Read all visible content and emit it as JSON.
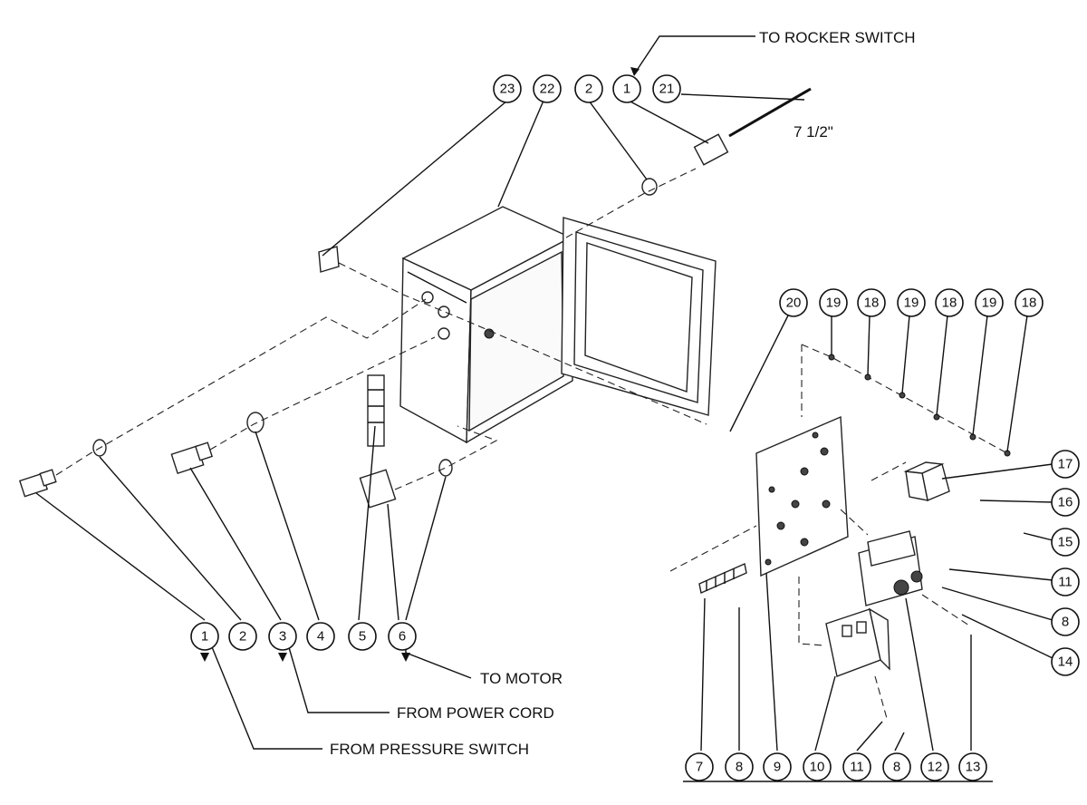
{
  "callouts": {
    "to_rocker_switch": "TO ROCKER SWITCH",
    "wire_length": "7 1/2\"",
    "to_motor": "TO MOTOR",
    "from_power_cord": "FROM POWER CORD",
    "from_pressure_switch": "FROM PRESSURE SWITCH"
  },
  "balloons": {
    "top": [
      "23",
      "22",
      "2",
      "1",
      "21"
    ],
    "right_column": [
      "17",
      "16",
      "15",
      "11",
      "8",
      "14"
    ],
    "mid_right": [
      "20",
      "19",
      "18",
      "19",
      "18",
      "19",
      "18"
    ],
    "bottom_left": [
      "1",
      "2",
      "3",
      "4",
      "5",
      "6"
    ],
    "bottom_right": [
      "7",
      "8",
      "9",
      "10",
      "11",
      "8",
      "12",
      "13"
    ]
  }
}
